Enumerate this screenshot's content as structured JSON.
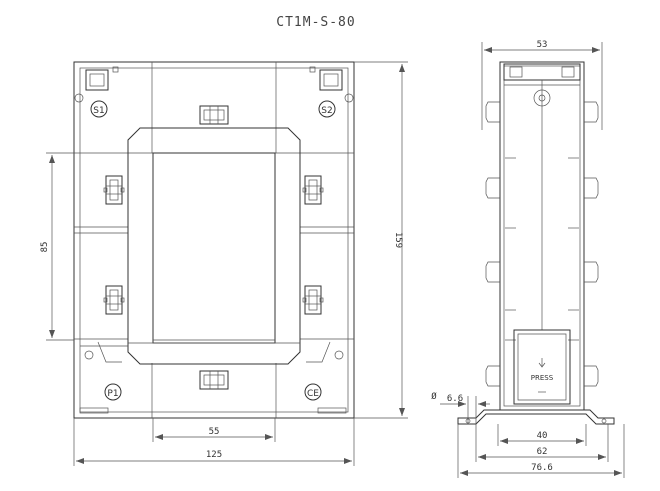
{
  "title": "CT1M-S-80",
  "front_view": {
    "terminals": {
      "s1": "S1",
      "s2": "S2",
      "p1": "P1",
      "ce": "CE"
    },
    "dimensions": {
      "height_left": "85",
      "height_total": "159",
      "window_width": "55",
      "overall_width": "125"
    }
  },
  "side_view": {
    "press_label": "PRESS",
    "dimensions": {
      "top_width": "53",
      "hole_label": "Ø",
      "hole": "6.6",
      "base_inner": "40",
      "base_mid": "62",
      "base_outer": "76.6"
    }
  }
}
